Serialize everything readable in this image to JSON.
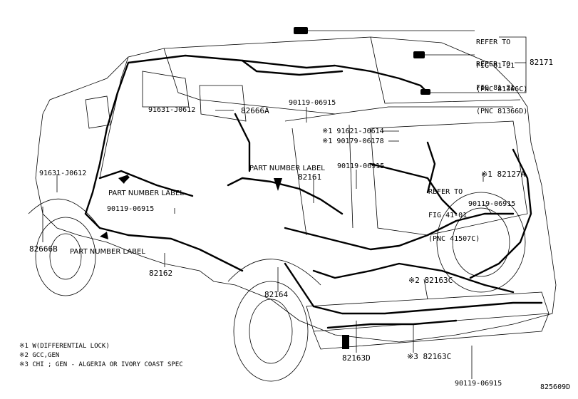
{
  "diagram": {
    "code": "825609D",
    "callouts": {
      "refer_top": [
        "REFER TO",
        "FIG 81-21",
        "(PNC 81366C)"
      ],
      "refer_mid": [
        "REFER TO",
        "FIG 81-21",
        "(PNC 81366D)"
      ],
      "p82171": "82171",
      "b90119_top": "90119-06915",
      "b91631_top": "91631-J0612",
      "p82666A": "82666A",
      "b91621": "※1 91621-J0614",
      "b90179": "※1 90179-06178",
      "b90119_mid": "90119-06915",
      "part_number_label_1": "PART NUMBER LABEL",
      "p82161": "82161",
      "b91631_left": "91631-J0612",
      "part_number_label_2": "PART NUMBER LABEL",
      "b90119_left": "90119-06915",
      "p82666B": "82666B",
      "part_number_label_3": "PART NUMBER LABEL",
      "p82162": "82162",
      "p82164": "82164",
      "refer_right": [
        "REFER TO",
        "FIG 41-01",
        "(PNC 41507C)"
      ],
      "p82127A": "※1 82127A",
      "b90119_right": "90119-06915",
      "p82163C_a": "※2 82163C",
      "p82163D": "82163D",
      "p82163C_b": "※3 82163C",
      "b90119_bottom": "90119-06915"
    },
    "notes": [
      "※1 W(DIFFERENTIAL LOCK)",
      "※2 GCC,GEN",
      "※3 CHI ; GEN - ALGERIA OR IVORY COAST SPEC"
    ]
  }
}
